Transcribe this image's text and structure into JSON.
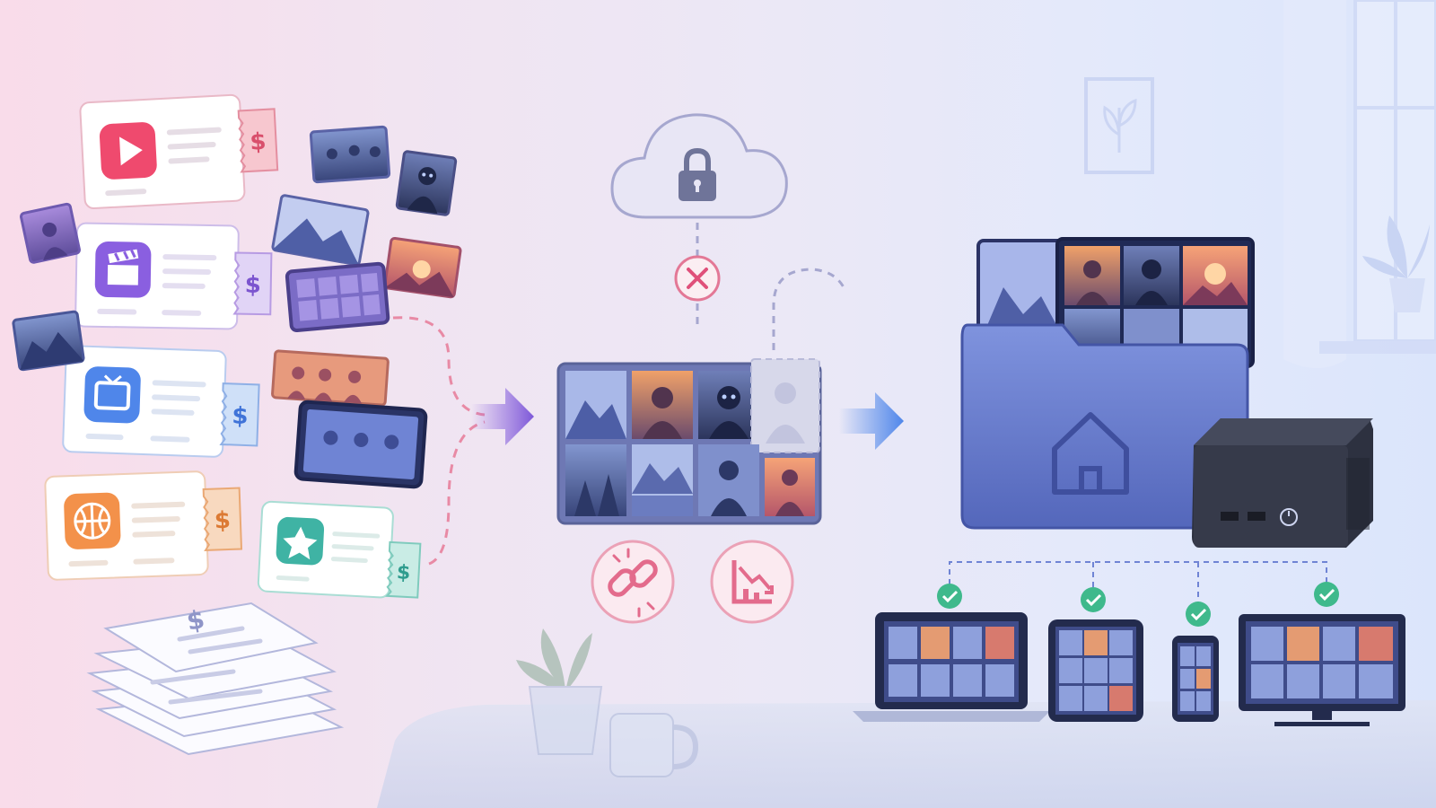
{
  "colors": {
    "red": "#ef4a6e",
    "purple": "#8a5fe0",
    "blue": "#4f86ea",
    "orange": "#f3914a",
    "teal": "#3fb3a4",
    "arrow": "#4f86ea",
    "folder": "#6f84d4",
    "check": "#3fb98c"
  },
  "left": {
    "subscriptions": [
      {
        "icon": "play-icon",
        "price_tag": "$"
      },
      {
        "icon": "clapperboard-icon",
        "price_tag": "$"
      },
      {
        "icon": "tv-icon",
        "price_tag": "$"
      },
      {
        "icon": "basketball-icon",
        "price_tag": "$"
      },
      {
        "icon": "star-icon",
        "price_tag": "$"
      }
    ],
    "receipts": {
      "icon": "receipt-stack-icon",
      "symbol": "$"
    }
  },
  "middle": {
    "cloud_icon": "locked-cloud-icon",
    "blocked_icon": "x-mark-icon",
    "problems": [
      "broken-link-icon",
      "declining-chart-icon"
    ]
  },
  "right": {
    "library_icon": "home-folder-icon",
    "server_icon": "mini-pc-icon",
    "devices": [
      "laptop",
      "tablet",
      "phone",
      "tv"
    ]
  }
}
